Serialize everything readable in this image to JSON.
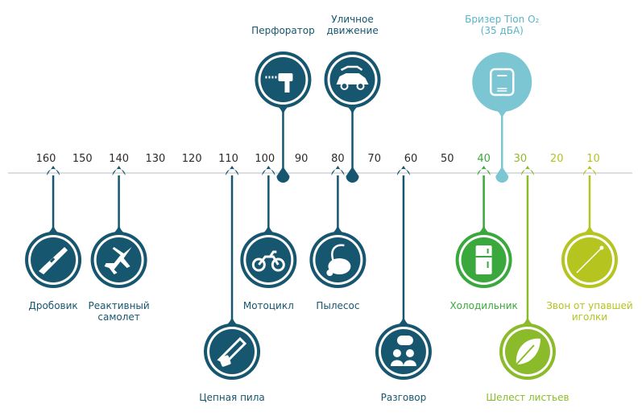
{
  "scale": {
    "ticks": [
      {
        "label": "160",
        "db": 160
      },
      {
        "label": "150",
        "db": 150
      },
      {
        "label": "140",
        "db": 140
      },
      {
        "label": "130",
        "db": 130
      },
      {
        "label": "120",
        "db": 120
      },
      {
        "label": "110",
        "db": 110
      },
      {
        "label": "100",
        "db": 100
      },
      {
        "label": "90",
        "db": 90
      },
      {
        "label": "80",
        "db": 80
      },
      {
        "label": "70",
        "db": 70
      },
      {
        "label": "60",
        "db": 60
      },
      {
        "label": "50",
        "db": 50
      },
      {
        "label": "40",
        "db": 40
      },
      {
        "label": "30",
        "db": 30
      },
      {
        "label": "20",
        "db": 20
      },
      {
        "label": "10",
        "db": 10
      }
    ]
  },
  "colors": {
    "axis": "#cfd3d6",
    "primary": "#17566f",
    "tick_dark": "#2b2b2b",
    "green": "#3aa83c",
    "lime": "#8bbb2a",
    "yellow_green": "#b5c41e",
    "breezer": "#7cc6d4",
    "breezer_text": "#5ab4c6"
  },
  "sources": [
    {
      "id": "shotgun",
      "label": [
        "Дробовик"
      ],
      "db": 158,
      "side": "below",
      "tier": 1,
      "icon": "shotgun-icon",
      "color": "#17566f"
    },
    {
      "id": "jet",
      "label": [
        "Реактивный",
        "самолет"
      ],
      "db": 140,
      "side": "below",
      "tier": 1,
      "icon": "jet-icon",
      "color": "#17566f"
    },
    {
      "id": "chainsaw",
      "label": [
        "Цепная пила"
      ],
      "db": 109,
      "side": "below",
      "tier": 2,
      "icon": "chainsaw-icon",
      "color": "#17566f"
    },
    {
      "id": "motorcycle",
      "label": [
        "Мотоцикл"
      ],
      "db": 99,
      "side": "below",
      "tier": 1,
      "icon": "motorcycle-icon",
      "color": "#17566f"
    },
    {
      "id": "drill",
      "label": [
        "Перфоратор"
      ],
      "db": 95,
      "side": "above",
      "tier": 1,
      "icon": "drill-icon",
      "color": "#17566f"
    },
    {
      "id": "vacuum",
      "label": [
        "Пылесос"
      ],
      "db": 80,
      "side": "below",
      "tier": 1,
      "icon": "vacuum-icon",
      "color": "#17566f"
    },
    {
      "id": "traffic",
      "label": [
        "Уличное",
        "движение"
      ],
      "db": 76,
      "side": "above",
      "tier": 1,
      "icon": "traffic-icon",
      "color": "#17566f"
    },
    {
      "id": "conversation",
      "label": [
        "Разговор"
      ],
      "db": 62,
      "side": "below",
      "tier": 2,
      "icon": "conversation-icon",
      "color": "#17566f"
    },
    {
      "id": "fridge",
      "label": [
        "Холодильник"
      ],
      "db": 40,
      "side": "below",
      "tier": 1,
      "icon": "fridge-icon",
      "color": "#3aa83c"
    },
    {
      "id": "breezer",
      "label": [
        "Бризер Tion O₂",
        "(35 дБА)"
      ],
      "db": 35,
      "side": "above",
      "tier": 1,
      "icon": "breezer-icon",
      "color": "#7cc6d4"
    },
    {
      "id": "leaves",
      "label": [
        "Шелест листьев"
      ],
      "db": 28,
      "side": "below",
      "tier": 2,
      "icon": "leaf-icon",
      "color": "#8bbb2a"
    },
    {
      "id": "needle",
      "label": [
        "Звон от упавшей",
        "иголки"
      ],
      "db": 11,
      "side": "below",
      "tier": 1,
      "icon": "needle-icon",
      "color": "#b5c41e"
    }
  ]
}
